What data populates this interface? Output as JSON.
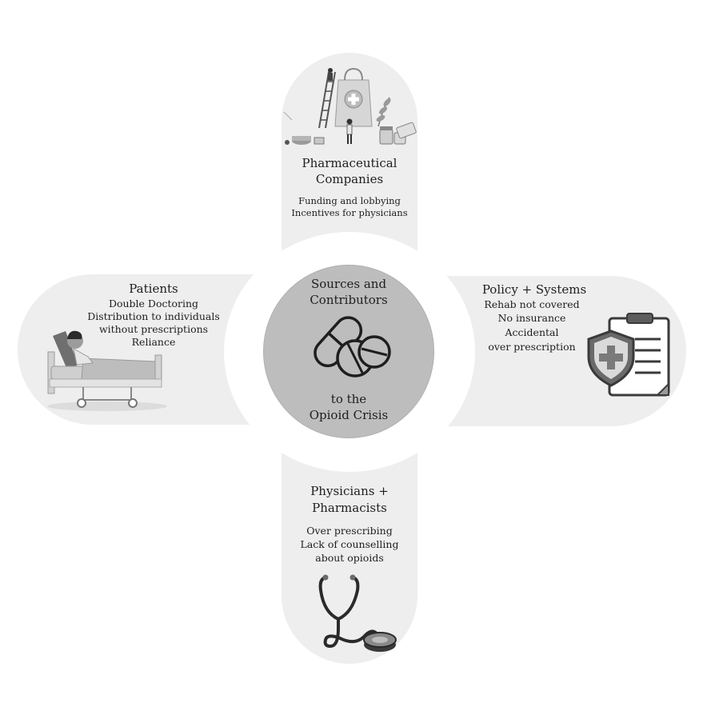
{
  "center": {
    "title_line1": "Sources and",
    "title_line2": "Contributors",
    "title_line3": "to the",
    "title_line4": "Opioid Crisis",
    "icon": "pills-icon"
  },
  "top": {
    "title_line1": "Pharmaceutical",
    "title_line2": "Companies",
    "items": [
      "Funding and lobbying",
      "Incentives for physicians"
    ],
    "icon": "pharmacy-illustration"
  },
  "left": {
    "title": "Patients",
    "items": [
      "Double Doctoring",
      "Distribution to individuals",
      "without prescriptions",
      "Reliance"
    ],
    "icon": "patient-bed-illustration"
  },
  "right": {
    "title": "Policy + Systems",
    "items": [
      "Rehab not covered",
      "No insurance",
      "Accidental",
      "over prescription"
    ],
    "icon": "insurance-clipboard-icon"
  },
  "bottom": {
    "title_line1": "Physicians +",
    "title_line2": "Pharmacists",
    "items": [
      "Over prescribing",
      "Lack of counselling",
      "about opioids"
    ],
    "icon": "stethoscope-icon"
  }
}
